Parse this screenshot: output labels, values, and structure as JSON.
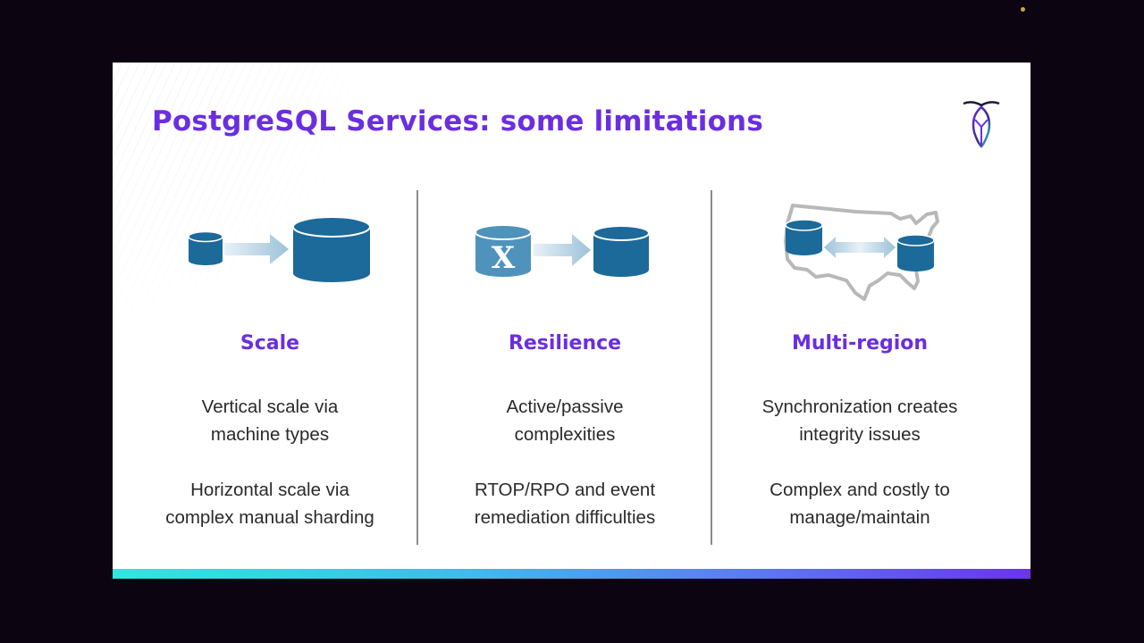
{
  "slide": {
    "title": "PostgreSQL Services: some limitations",
    "logo": "cockroach-labs-logo-icon",
    "columns": [
      {
        "icon": "small-to-large-database-icon",
        "heading": "Scale",
        "points": [
          "Vertical scale via\nmachine types",
          "Horizontal scale via\ncomplex manual sharding"
        ]
      },
      {
        "icon": "failover-database-icon",
        "heading": "Resilience",
        "points": [
          "Active/passive\ncomplexities",
          "RTOP/RPO and event\nremediation difficulties"
        ]
      },
      {
        "icon": "us-map-replication-icon",
        "heading": "Multi-region",
        "points": [
          "Synchronization creates\nintegrity issues",
          "Complex and costly to\nmanage/maintain"
        ]
      }
    ]
  },
  "colors": {
    "accent": "#6a2ee0",
    "db_blue": "#1c6a9a",
    "db_failed": "#4f93bd",
    "gradient_start": "#2ee8dc",
    "gradient_end": "#6a35ea"
  }
}
